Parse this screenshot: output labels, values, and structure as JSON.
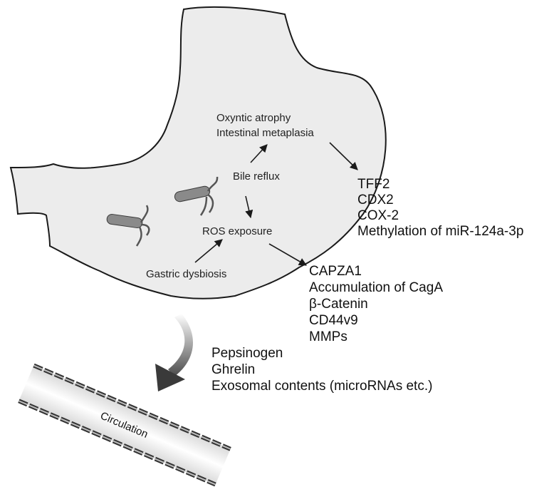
{
  "stomach": {
    "oxyntic_atrophy": "Oxyntic atrophy",
    "intestinal_metaplasia": "Intestinal metaplasia",
    "bile_reflux": "Bile reflux",
    "ros_exposure": "ROS exposure",
    "gastric_dysbiosis": "Gastric dysbiosis"
  },
  "markers_metaplasia": [
    "TFF2",
    "CDX2",
    "COX-2",
    "Methylation of miR-124a-3p"
  ],
  "markers_ros": [
    "CAPZA1",
    "Accumulation of CagA",
    "β-Catenin",
    "CD44v9",
    "MMPs"
  ],
  "circulating": [
    "Pepsinogen",
    "Ghrelin",
    "Exosomal contents (microRNAs etc.)"
  ],
  "vessel_label": "Circulation",
  "colors": {
    "stomach_fill": "#ececec",
    "outline": "#1a1a1a",
    "bacteria": "#8a8a8a",
    "big_arrow": "#3a3a3a"
  }
}
